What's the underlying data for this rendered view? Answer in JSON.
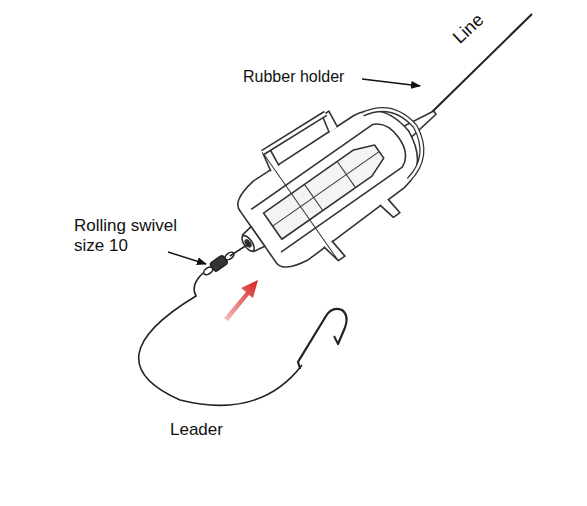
{
  "diagram": {
    "labels": [
      "Line",
      "Rubber holder",
      "Rolling swivel size 10",
      "Leader"
    ]
  }
}
